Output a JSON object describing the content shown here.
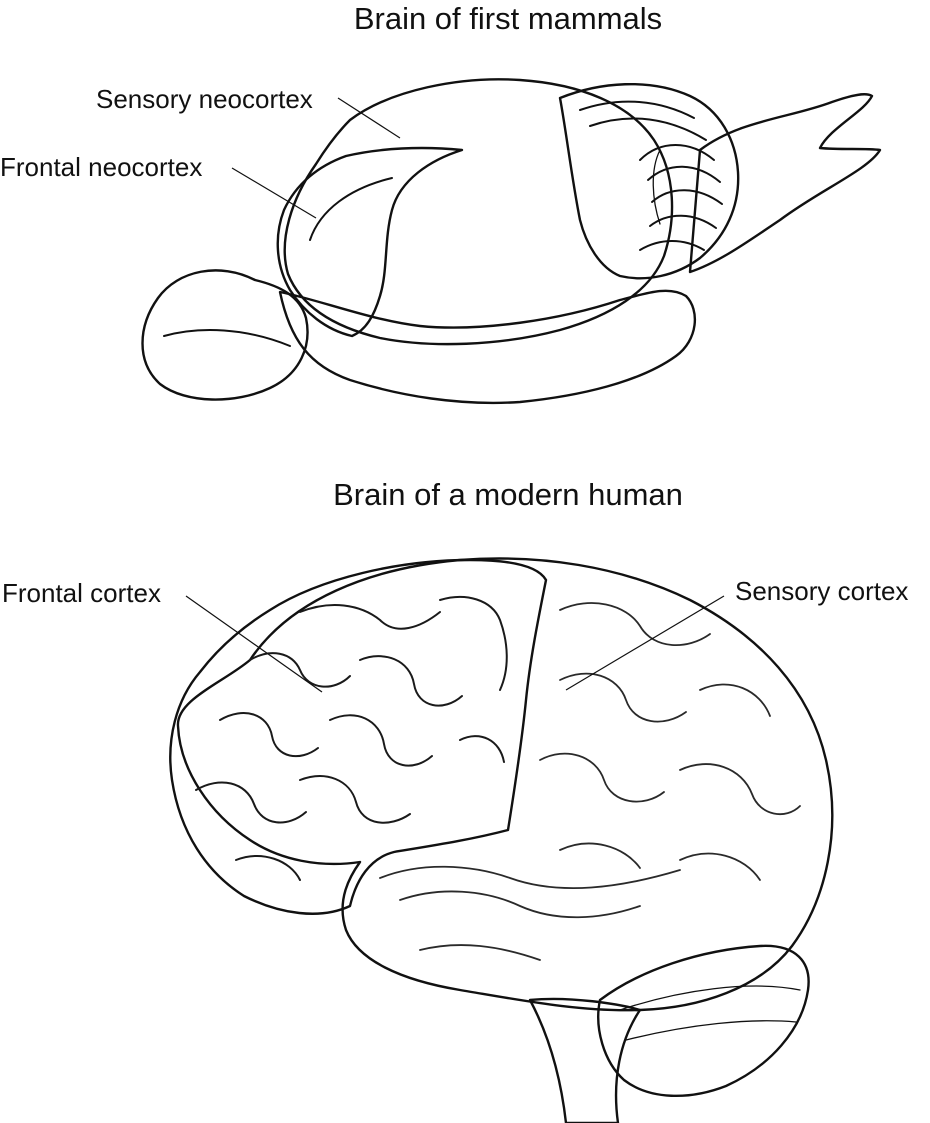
{
  "top_diagram": {
    "title": "Brain of first mammals",
    "labels": {
      "sensory": "Sensory neocortex",
      "frontal": "Frontal neocortex"
    }
  },
  "bottom_diagram": {
    "title": "Brain of a modern human",
    "labels": {
      "frontal": "Frontal cortex",
      "sensory": "Sensory cortex"
    }
  },
  "colors": {
    "frontal_fill": "#3a3a3a",
    "crosshatch_base": "#9a9a9a",
    "crosshatch_line": "#ffffff",
    "stipple_base": "#f4f4f4",
    "ink": "#111111"
  }
}
